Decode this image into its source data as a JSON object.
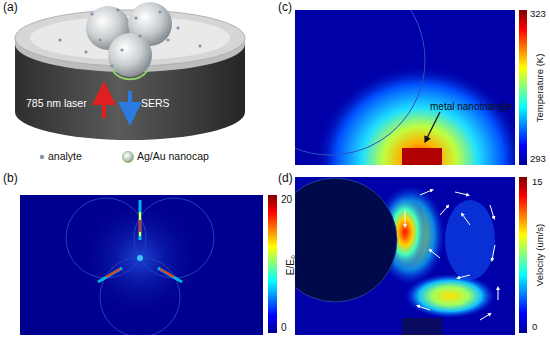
{
  "diagram": {
    "labels": [
      "(a)",
      "785 nm laser",
      "SERS",
      "(b)",
      "20",
      "E/E₀",
      "0",
      "(c)",
      "323",
      "Temperature (K)",
      "293",
      "metal nanotriangle",
      "(d)",
      "15",
      "Velocity (um/s)",
      "0"
    ],
    "legend": [
      {
        "text": "analyte"
      },
      {
        "text": "Ag/Au nanocap"
      }
    ]
  }
}
